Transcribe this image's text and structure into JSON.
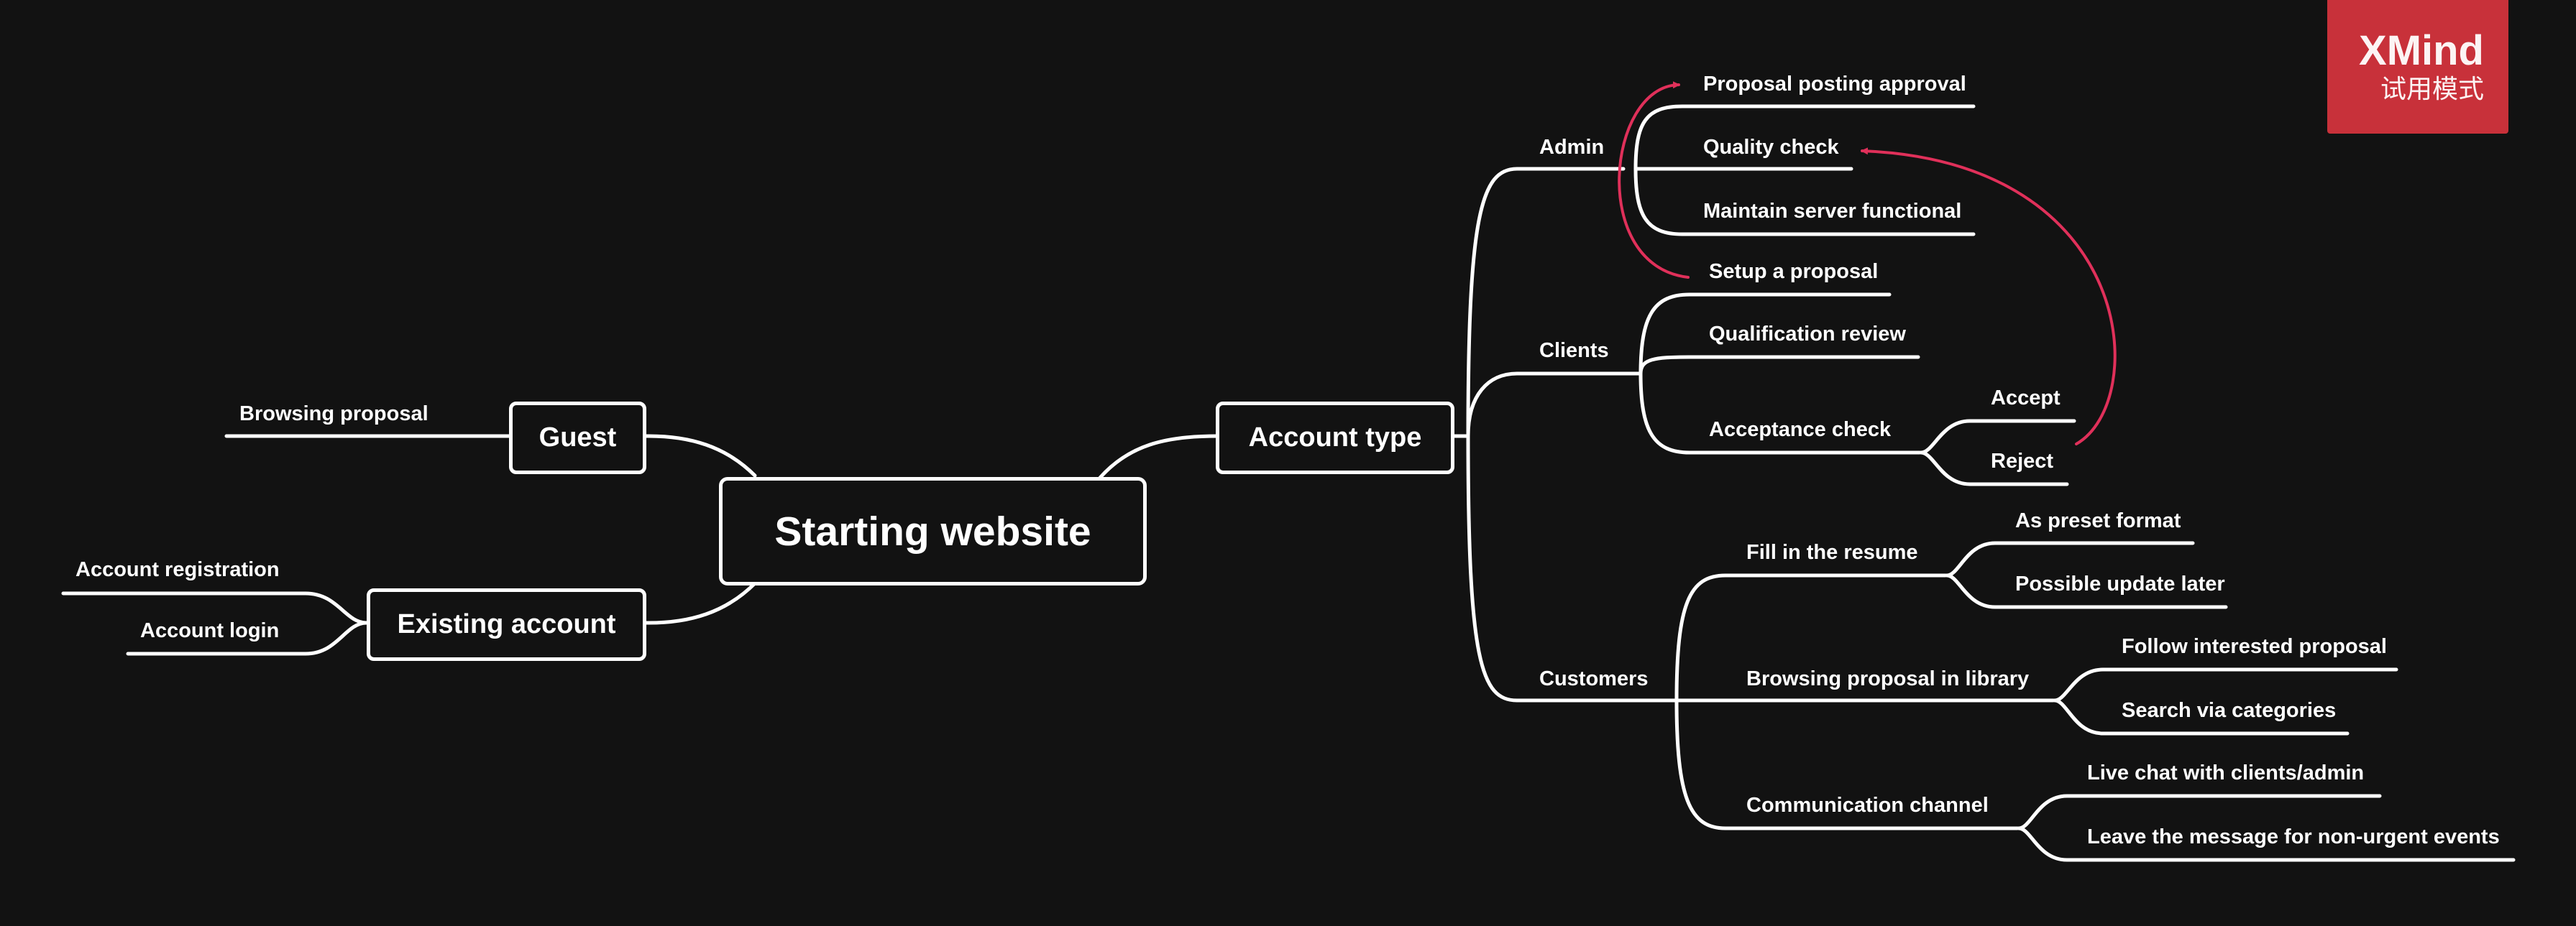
{
  "colors": {
    "background": "#121212",
    "line": "#ffffff",
    "relationship": "#e0305a",
    "watermark": "#c8313a"
  },
  "root": {
    "label": "Starting website"
  },
  "branches": {
    "guest": {
      "label": "Guest",
      "items": [
        "Browsing proposal"
      ]
    },
    "existing": {
      "label": "Existing account",
      "items": [
        "Account registration",
        "Account login"
      ]
    },
    "account_type": {
      "label": "Account type",
      "admin": {
        "label": "Admin",
        "items": [
          "Proposal posting approval",
          "Quality check",
          "Maintain server functional"
        ]
      },
      "clients": {
        "label": "Clients",
        "items": [
          "Setup a proposal",
          "Qualification review",
          "Acceptance check"
        ],
        "acceptance": [
          "Accept",
          "Reject"
        ]
      },
      "customers": {
        "label": "Customers",
        "items": [
          "Fill in the resume",
          "Browsing proposal in library",
          "Communication channel"
        ],
        "resume": [
          "As preset format",
          "Possible update later"
        ],
        "library": [
          "Follow interested proposal",
          "Search via categories"
        ],
        "channel": [
          "Live chat with clients/admin",
          "Leave the message for non-urgent events"
        ]
      }
    }
  },
  "watermark": {
    "logo": "XMind",
    "mode": "试用模式"
  }
}
